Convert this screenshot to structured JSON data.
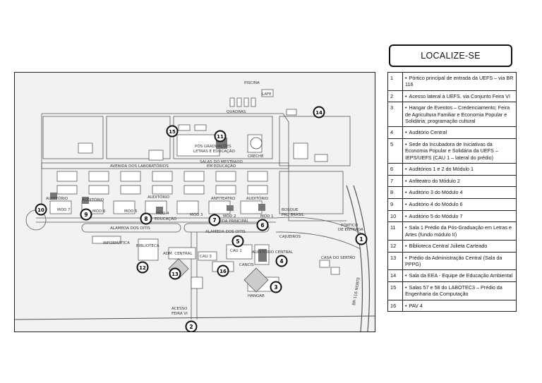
{
  "title": "LOCALIZE-SE",
  "legend": [
    {
      "num": "1",
      "text": "Pórtico principal de entrada da UEFS – via BR 116"
    },
    {
      "num": "2",
      "text": "Acesso lateral à UEFS, via Conjunto Feira VI"
    },
    {
      "num": "3",
      "text": "Hangar de Eventos – Credenciamento; Feira de Agricultura Familiar e Economia Popular e Solidária; programação cultural"
    },
    {
      "num": "4",
      "text": "Auditório Central"
    },
    {
      "num": "5",
      "text": "Sede da Incubadora de Iniciativas da Economia Popular e Solidária da UEFS – IEPS/UEFS (CAU 1 – lateral do prédio)"
    },
    {
      "num": "6",
      "text": "Auditórios 1 e 2 do Módulo 1"
    },
    {
      "num": "7",
      "text": "Anfiteatro do Módulo 2"
    },
    {
      "num": "8",
      "text": "Auditório 3 do Módulo 4"
    },
    {
      "num": "9",
      "text": "Auditório 4 do Módulo 6"
    },
    {
      "num": "10",
      "text": "Auditório 5 do Módulo 7"
    },
    {
      "num": "11",
      "text": "Sala 1 Prédio da Pós-Graduação em Letras e Artes (fundo módulo II)"
    },
    {
      "num": "12",
      "text": "Biblioteca Central Julieta Carteado"
    },
    {
      "num": "13",
      "text": "Prédio da Administração Central (Sala da PPPG)"
    },
    {
      "num": "14",
      "text": "Sala da EEA - Equipe de Educação Ambiental"
    },
    {
      "num": "15",
      "text": "Salas 57 e 58 do LABOTEC3 – Prédio da Engenharia da Computação"
    },
    {
      "num": "16",
      "text": "PAV 4"
    }
  ],
  "bullet": "•",
  "map": {
    "labels": {
      "piscina": "PISCINA",
      "lafe": "LAFE",
      "quadras": "QUADRAS",
      "pos": "PÓS GRADUAÇÕES",
      "letras": "LETRAS E EDUCAÇÃO",
      "creche": "CRECHE",
      "av_lab": "AVENIDA DOS LABORATÓRIOS",
      "salas_mestrado": "SALAS DO MESTRADO",
      "em_educacao": "EM EDUCAÇÃO",
      "anfiteatro": "ANFITEATRO",
      "auditorio_a": "AUDITÓRIO",
      "auditorio_b": "AUDITÓRIO",
      "auditorio_c": "AUDITÓRIO",
      "auditorio_d": "AUDITÓRIO",
      "mod7": "MÓD 7",
      "mod6": "MÓD 6",
      "mod5": "MÓD 5",
      "mod4": "MÓD 4",
      "mod3": "MÓD 3",
      "mod2": "MÓD 2",
      "mod1": "MÓD 1",
      "educacao": "EDUCAÇÃO",
      "ida_principal": "IDA PRINCIPAL",
      "bosque": "BOSQUE",
      "pau_brasil": "PAU BRASIL",
      "portico": "PÓRTICO",
      "de_entrada": "DE ENTRADA",
      "alameda1": "ALAMEDA DOS OITIS",
      "alameda2": "ALAMEDA DOS OITIS",
      "cajueiros": "CAJUEIROS",
      "informatica": "INFORMÁTICA",
      "biblioteca": "BIBLIOTECA",
      "adm_central": "ADM. CENTRAL",
      "cau3": "CAU 3",
      "cau1": "CAU 1",
      "auditorio_central": "AUDITÓRIO CENTRAL",
      "casa_sertao": "CASA DO SERTÃO",
      "cancis": "CANCIS",
      "hangar": "HANGAR",
      "acesso": "ACESSO",
      "feira_vi": "FEIRA VI",
      "br116": "BR-116 NORTE"
    },
    "markers": [
      "1",
      "2",
      "3",
      "4",
      "5",
      "6",
      "7",
      "8",
      "9",
      "10",
      "11",
      "12",
      "13",
      "14",
      "15",
      "16"
    ]
  }
}
